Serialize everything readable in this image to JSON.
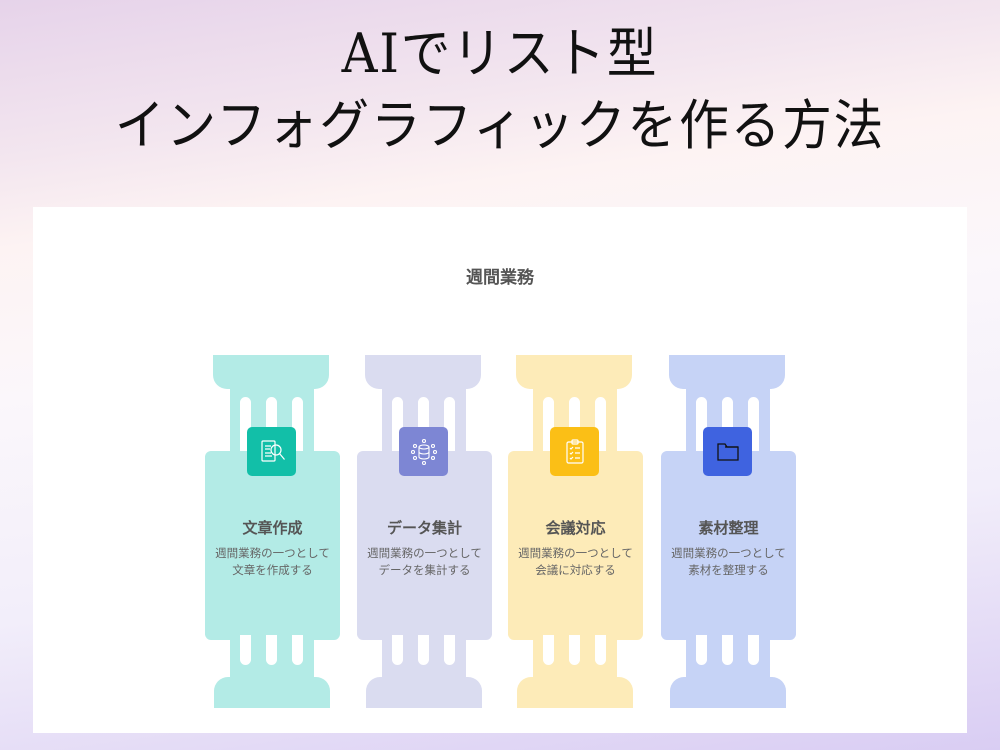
{
  "title": {
    "line1": "AIでリスト型",
    "line2": "インフォグラフィックを作る方法"
  },
  "infographic": {
    "heading": "週間業務",
    "items": [
      {
        "label": "文章作成",
        "description": "週間業務の一つとして文章を作成する",
        "icon": "document-search-icon",
        "color": "#B3EBE6",
        "icon_color": "#12BFA8"
      },
      {
        "label": "データ集計",
        "description": "週間業務の一つとしてデータを集計する",
        "icon": "database-network-icon",
        "color": "#DADCF0",
        "icon_color": "#7D86D4"
      },
      {
        "label": "会議対応",
        "description": "週間業務の一つとして会議に対応する",
        "icon": "clipboard-checklist-icon",
        "color": "#FDEBB8",
        "icon_color": "#FBBF16"
      },
      {
        "label": "素材整理",
        "description": "週間業務の一つとして素材を整理する",
        "icon": "folder-icon",
        "color": "#C6D3F6",
        "icon_color": "#3F63E0"
      }
    ]
  }
}
